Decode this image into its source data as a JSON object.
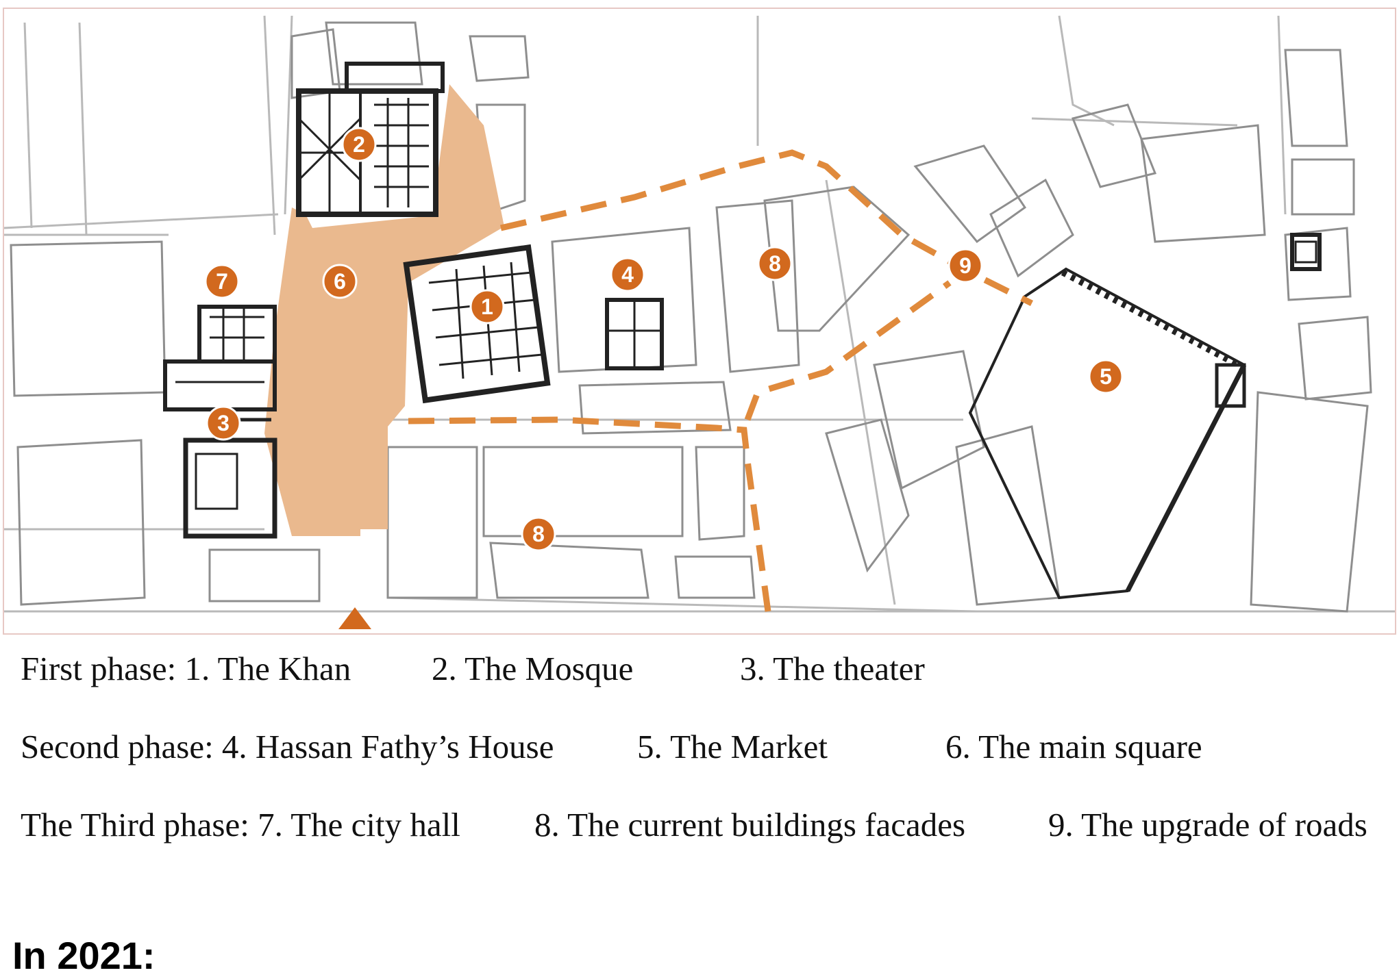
{
  "map": {
    "accent_color": "#d2691e",
    "square_fill": "#eab98e",
    "route_color": "#e08a3c",
    "markers": [
      "1",
      "2",
      "3",
      "4",
      "5",
      "6",
      "7",
      "8",
      "8",
      "9"
    ],
    "entrance_icon": "triangle-up-icon"
  },
  "legend": {
    "first_phase": {
      "prefix": "First phase: 1. The Khan",
      "item2": "2. The Mosque",
      "item3": "3. The theater"
    },
    "second_phase": {
      "prefix": "Second phase:  4. Hassan Fathy’s House",
      "item5": "5. The Market",
      "item6": "6. The main square"
    },
    "third_phase": {
      "prefix": "The Third phase: 7. The city hall",
      "item8": "8. The current buildings facades",
      "item9": "9. The upgrade of roads"
    }
  },
  "footer": {
    "heading": "In 2021:"
  }
}
